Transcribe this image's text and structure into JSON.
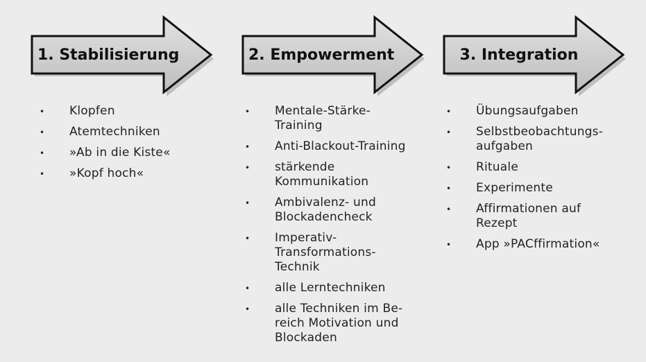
{
  "bullet_glyph": "•",
  "arrow_colors": {
    "fill_top": "#e2e2e2",
    "fill_bottom": "#bdbdbd",
    "stroke": "#111111",
    "shadow": "#9a9a9a"
  },
  "stages": [
    {
      "title": "1. Stabilisierung",
      "items": [
        "Klopfen",
        "Atemtechniken",
        "»Ab in die Kiste«",
        "»Kopf hoch«"
      ]
    },
    {
      "title": "2. Empowerment",
      "items": [
        "Mentale-Stärke-\nTraining",
        "Anti-Blackout-Training",
        "stärkende\nKommunikation",
        "Ambivalenz- und\nBlockadencheck",
        "Imperativ-\nTransformations-\nTechnik",
        "alle Lerntechniken",
        "alle Techniken im Be-\nreich Motivation und\nBlockaden"
      ]
    },
    {
      "title": "3. Integration",
      "items": [
        "Übungsaufgaben",
        "Selbstbeobachtungs-\naufgaben",
        "Rituale",
        "Experimente",
        "Affirmationen auf\nRezept",
        "App »PACffirmation«"
      ]
    }
  ]
}
